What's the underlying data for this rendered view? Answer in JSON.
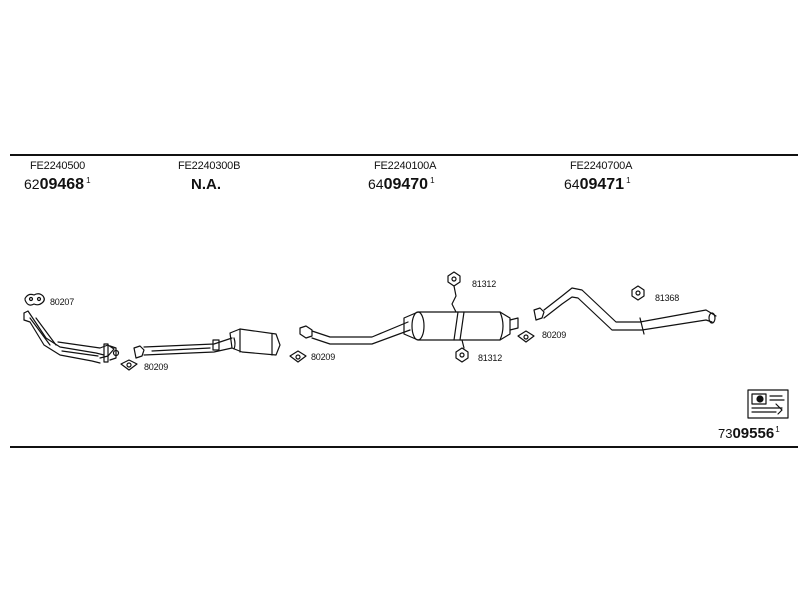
{
  "sections": [
    {
      "code": "FE2240500",
      "prefix": "62",
      "main": "09468",
      "suffix": "1"
    },
    {
      "code": "FE2240300B",
      "na": "N.A."
    },
    {
      "code": "FE2240100A",
      "prefix": "64",
      "main": "09470",
      "suffix": "1"
    },
    {
      "code": "FE2240700A",
      "prefix": "64",
      "main": "09471",
      "suffix": "1"
    }
  ],
  "callouts": {
    "c80207": "80207",
    "c80209a": "80209",
    "c80209b": "80209",
    "c81312a": "81312",
    "c81312b": "81312",
    "c80209c": "80209",
    "c81368": "81368"
  },
  "reference": {
    "prefix": "73",
    "main": "09556",
    "suffix": "1"
  }
}
